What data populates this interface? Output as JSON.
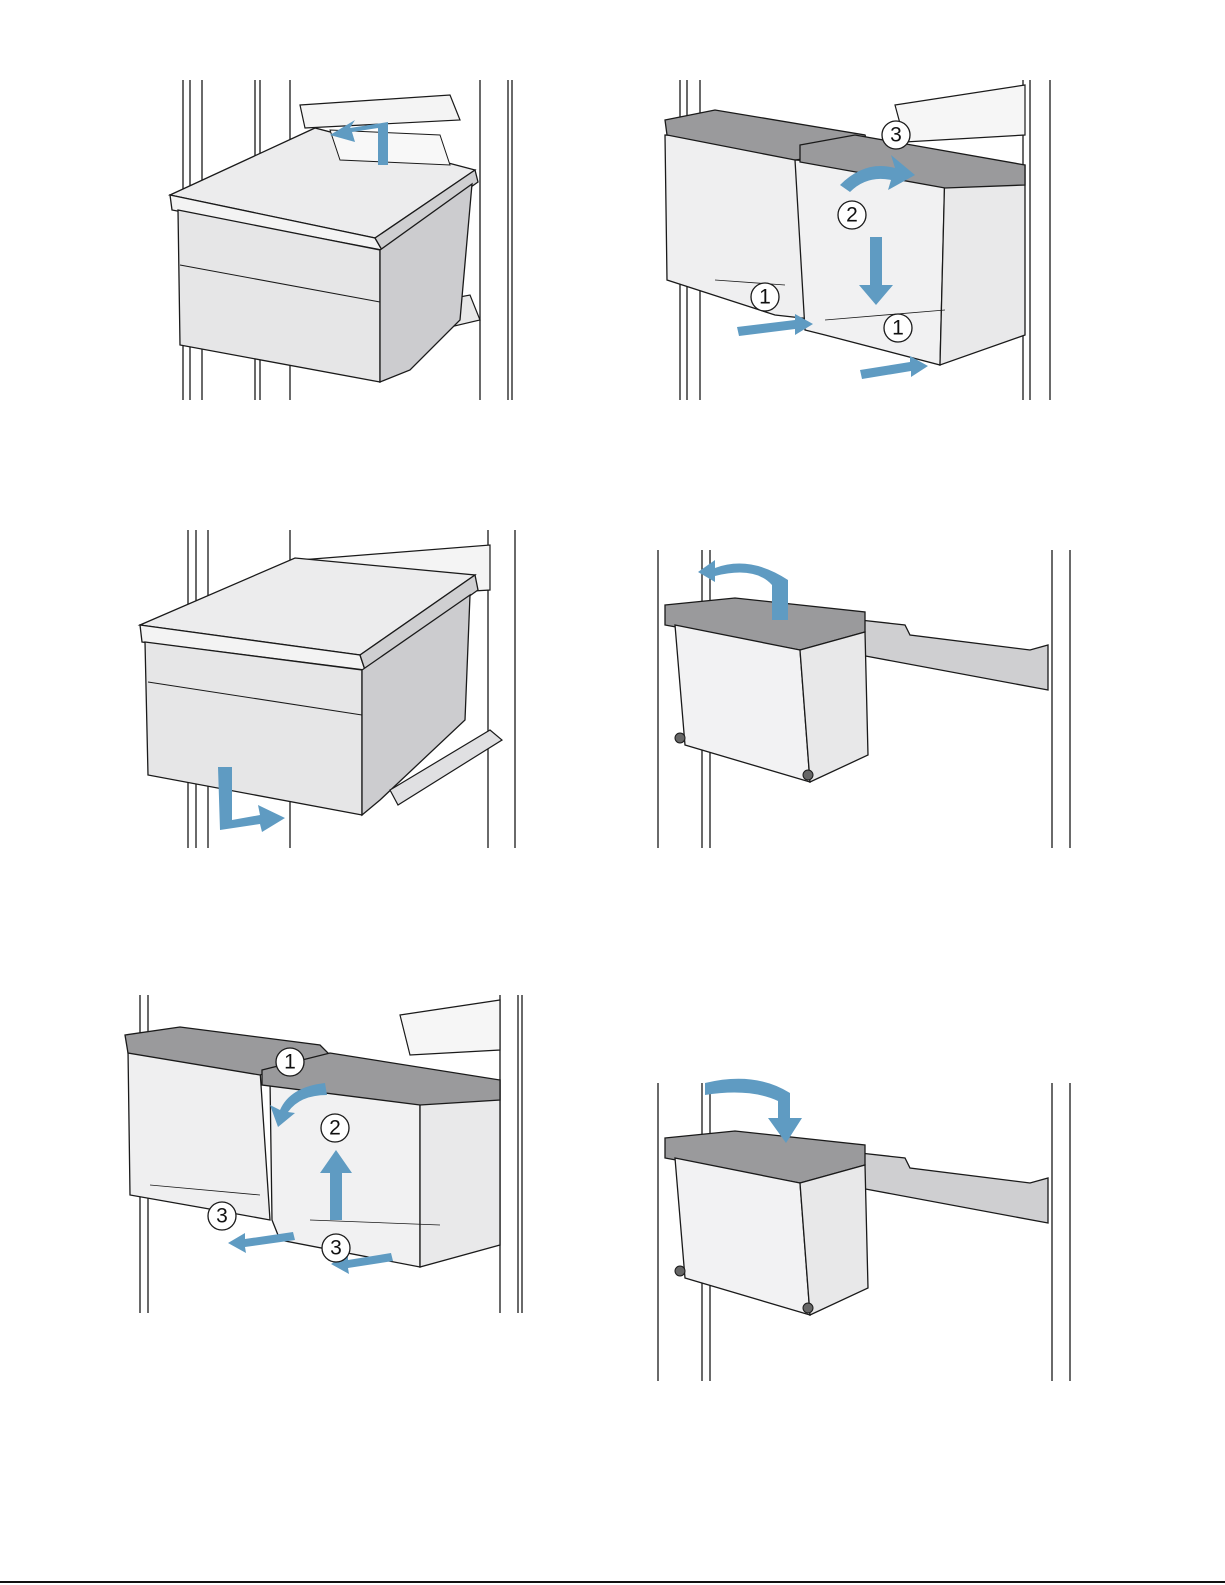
{
  "figures": [
    {
      "id": "fig-remove-drawer",
      "steps": []
    },
    {
      "id": "fig-remove-container-a",
      "steps": [
        "1",
        "2",
        "3",
        "1"
      ]
    },
    {
      "id": "fig-insert-drawer",
      "steps": []
    },
    {
      "id": "fig-remove-door-bin",
      "steps": []
    },
    {
      "id": "fig-insert-container-b",
      "steps": [
        "1",
        "2",
        "3",
        "3"
      ]
    },
    {
      "id": "fig-insert-door-bin",
      "steps": []
    }
  ],
  "colors": {
    "arrow": "#5f9bc2",
    "line": "#1a1a1a",
    "panel": "#f1f1f2",
    "panel_dark": "#d4d4d6",
    "rim": "#9a9a9c"
  }
}
